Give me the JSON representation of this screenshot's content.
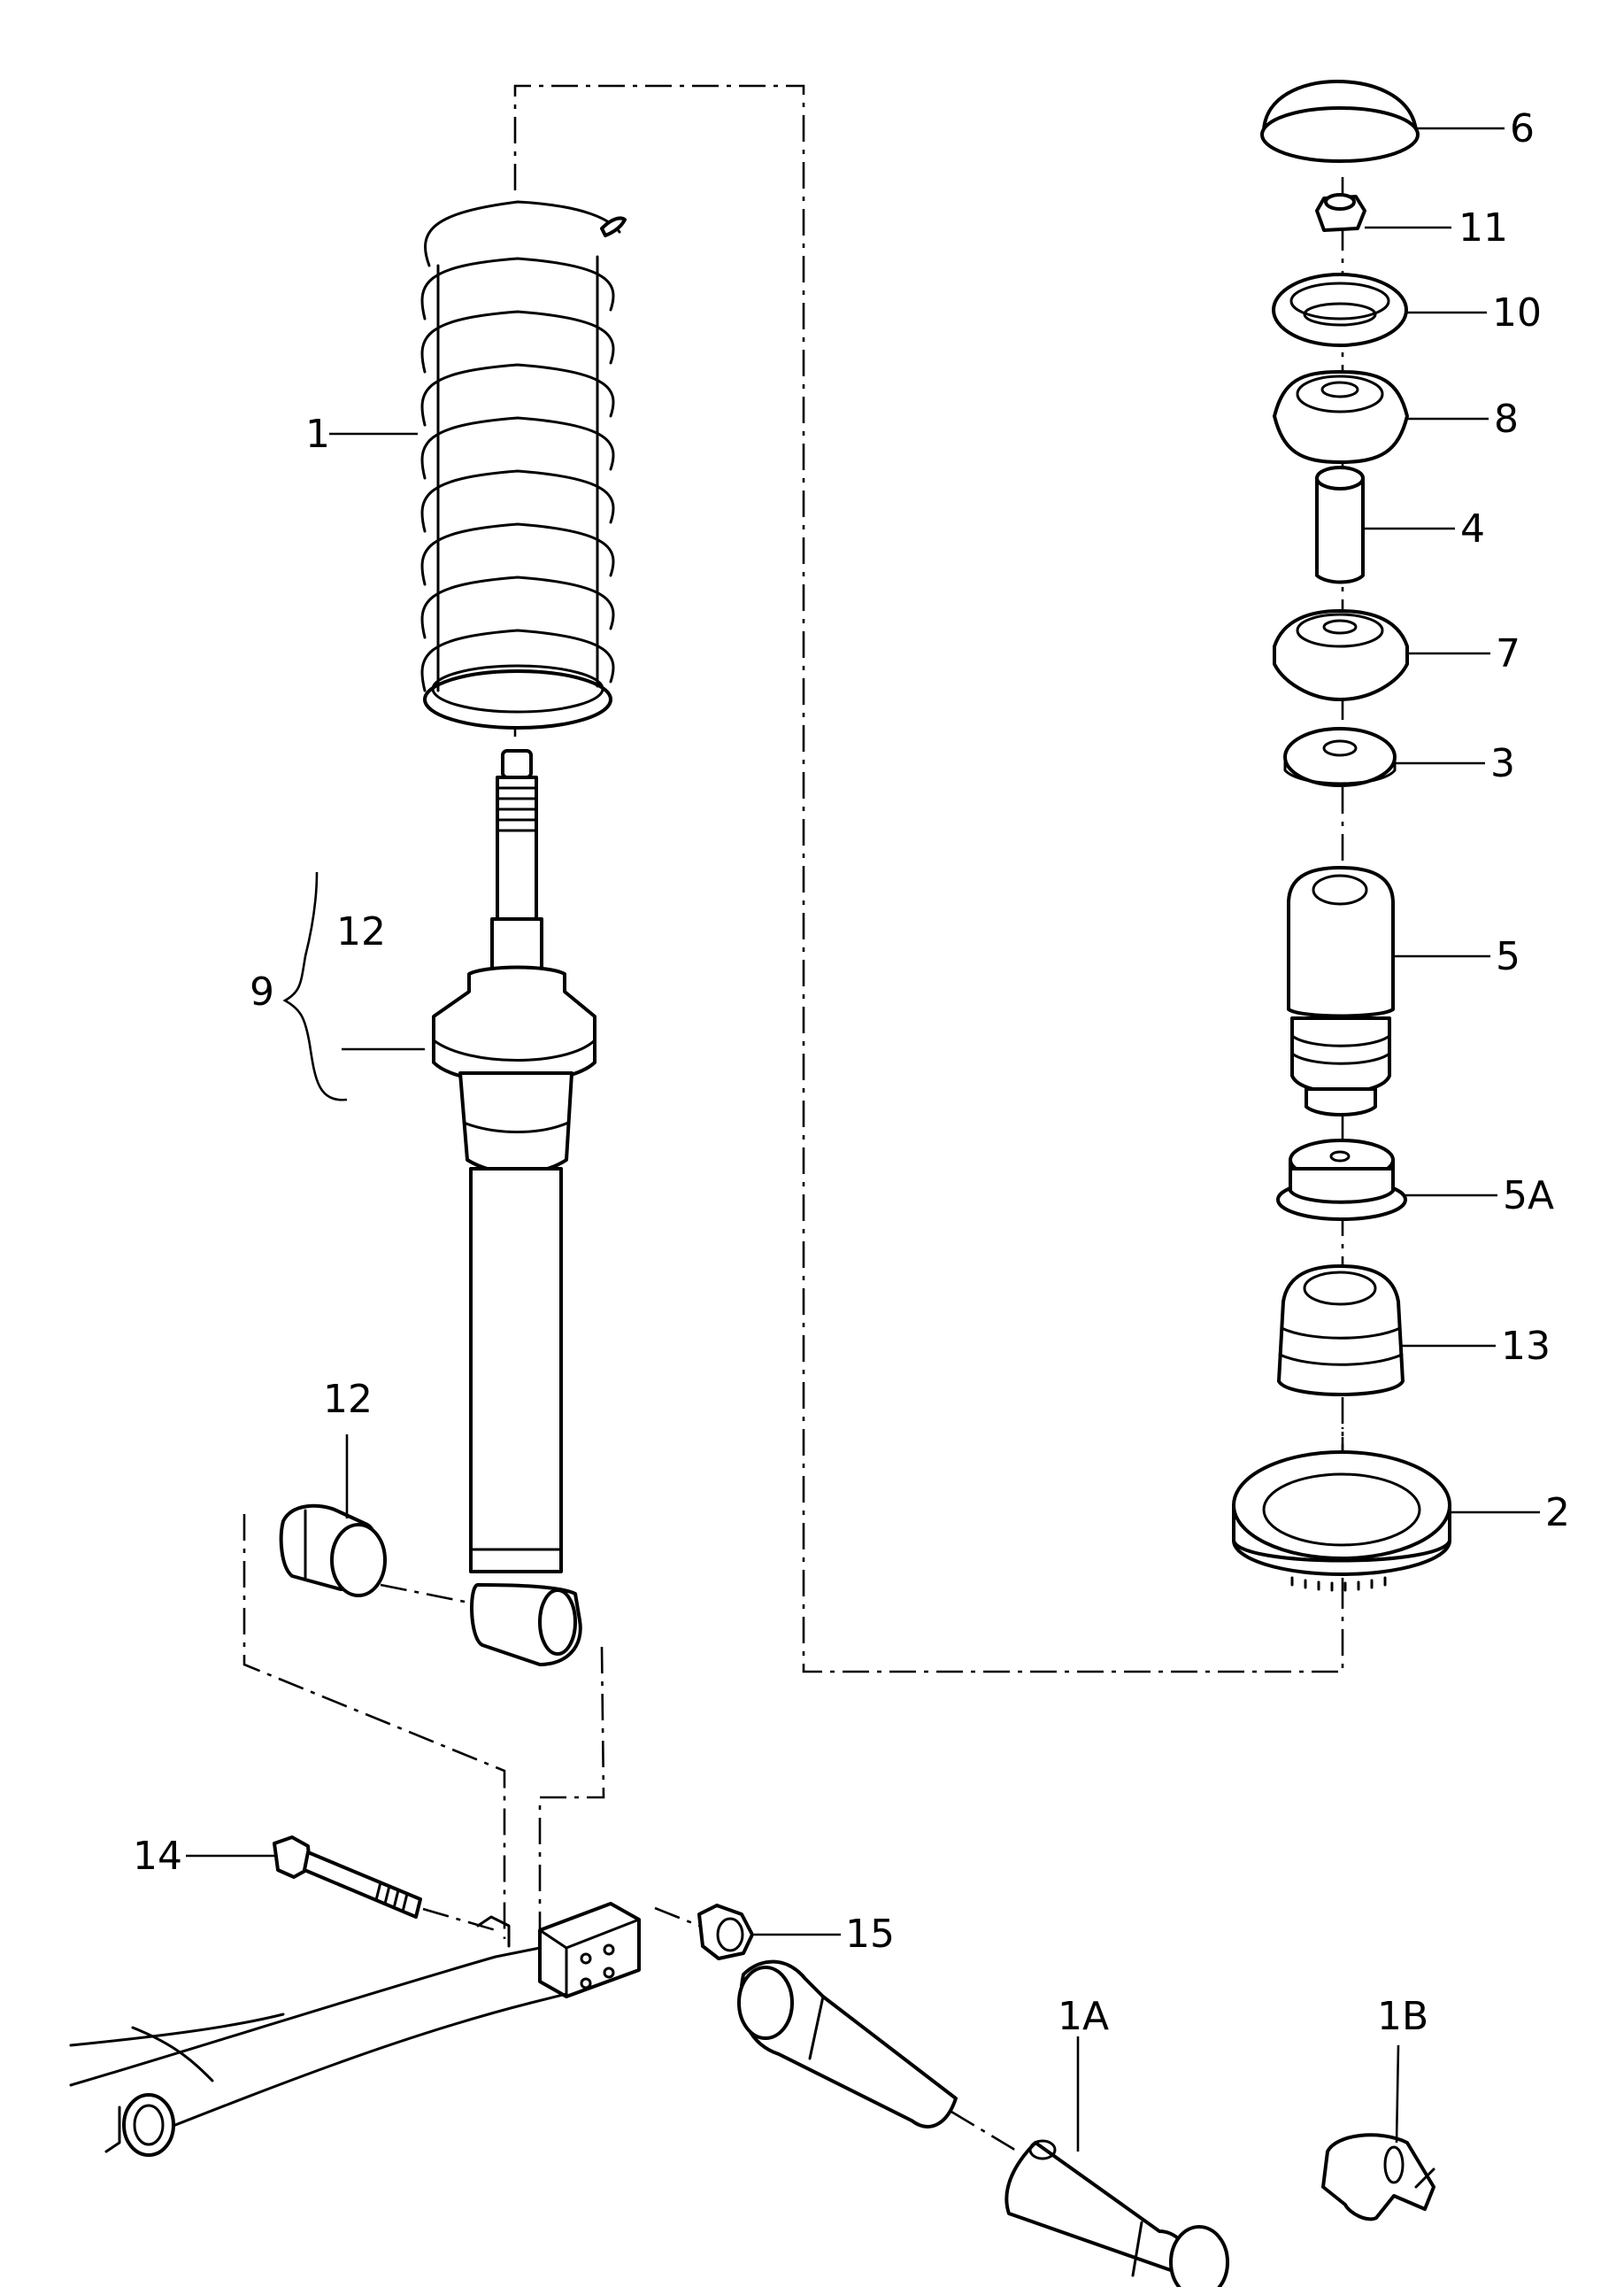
{
  "labels": {
    "p1": "1",
    "p1a": "1A",
    "p1b": "1B",
    "p2": "2",
    "p3": "3",
    "p4": "4",
    "p5": "5",
    "p5a": "5A",
    "p6": "6",
    "p7": "7",
    "p8": "8",
    "p9": "9",
    "p10": "10",
    "p11": "11",
    "p12_group": "12",
    "p12_bush": "12",
    "p13": "13",
    "p14": "14",
    "p15": "15"
  },
  "colors": {
    "line": "#000000",
    "background": "#ffffff"
  }
}
